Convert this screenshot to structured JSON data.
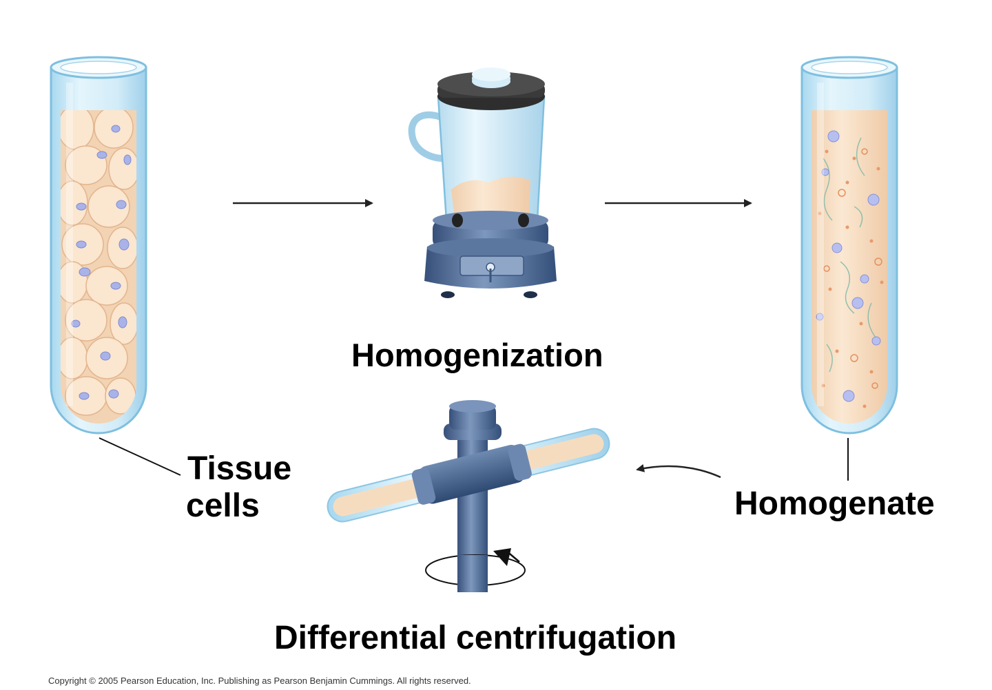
{
  "labels": {
    "homogenization": "Homogenization",
    "tissue_cells_line1": "Tissue",
    "tissue_cells_line2": "cells",
    "homogenate": "Homogenate",
    "differential_centrifugation": "Differential centrifugation",
    "copyright": "Copyright © 2005 Pearson Education, Inc. Publishing as Pearson Benjamin Cummings. All rights reserved."
  },
  "colors": {
    "glass": "#cfe9f6",
    "glass_edge": "#8ec8e4",
    "tissue": "#f7dcc0",
    "nucleus": "#a9b3e8",
    "metal": "#4a6790",
    "lid": "#3b3b3b",
    "arrow": "#222222"
  },
  "icons": {
    "left_tube": "test-tube-with-tissue-cells",
    "blender": "blender-icon",
    "right_tube": "test-tube-with-homogenate",
    "centrifuge": "centrifuge-rotor-icon"
  }
}
